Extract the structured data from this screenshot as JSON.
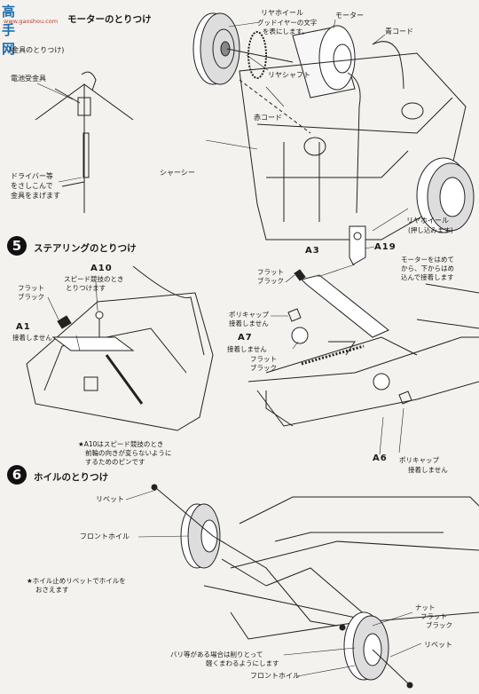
{
  "watermark": {
    "title": "高手网",
    "url": "www.gaoshou.com"
  },
  "step4": {
    "title": "モーターのとりつけ",
    "subtitle": "(金具のとりつけ)",
    "labels": {
      "battery": "電池受金具",
      "rear_wheel": "リヤホイール",
      "rear_wheel_note1": "グッドイヤーの文字",
      "rear_wheel_note2": "を表にします。",
      "motor": "モーター",
      "blue_cord": "青コード",
      "rear_shaft": "リヤシャフト",
      "red_cord": "赤コード",
      "chassis": "シャーシー",
      "driver1": "ドライバー等",
      "driver2": "をさしこんで",
      "driver3": "金具をまげます",
      "rear_wheel2": "リヤホイール",
      "rear_wheel2_note": "(押し込みます)",
      "a19": "A19",
      "a19_note1": "モーターをはめて",
      "a19_note2": "から、下からはめ",
      "a19_note3": "込んで接着します"
    }
  },
  "step5": {
    "number": "5",
    "title": "ステアリングのとりつけ",
    "labels": {
      "a10": "A10",
      "a10_note1": "スピード競技のとき",
      "a10_note2": "とりつけます",
      "flat_black1a": "フラット",
      "flat_black1b": "ブラック",
      "a1": "A1",
      "a1_note": "接着しません",
      "a3": "A3",
      "flat_black2a": "フラット",
      "flat_black2b": "ブラック",
      "polycap1": "ポリキャップ",
      "polycap1_note": "接着しません",
      "a7": "A7",
      "a7_note": "接着しません",
      "flat_black3a": "フラット",
      "flat_black3b": "ブラック",
      "a6": "A6",
      "polycap2": "ポリキャップ",
      "polycap2_note": "接着しません",
      "note1": "★A10はスピード競技のとき",
      "note2": "前輪の向きが変らないように",
      "note3": "するためのピンです"
    }
  },
  "step6": {
    "number": "6",
    "title": "ホイルのとりつけ",
    "labels": {
      "rivet1": "リベット",
      "front_wheel1": "フロントホイル",
      "note1": "★ホイル止めリベットでホイルを",
      "note2": "おさえます",
      "nut1": "ナット",
      "nut2": "フラット",
      "nut3": "ブラック",
      "rivet2": "リベット",
      "burr1": "バリ等がある場合は削りとって",
      "burr2": "軽くまわるようにします",
      "front_wheel2": "フロントホイル"
    }
  }
}
